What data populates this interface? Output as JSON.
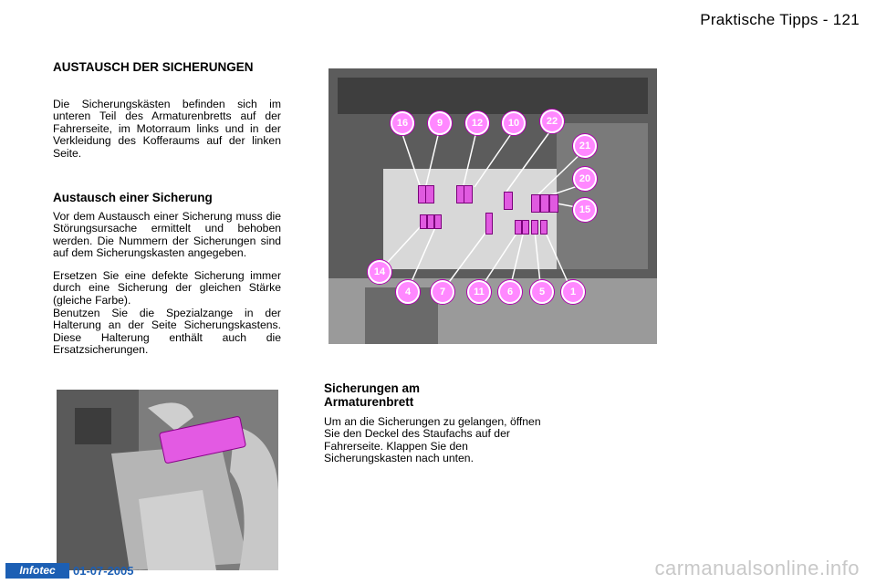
{
  "header": {
    "title": "Praktische Tipps - 121"
  },
  "section1": {
    "heading": "AUSTAUSCH DER SICHERUNGEN",
    "para": "Die Sicherungskästen befinden sich im unteren Teil des Armaturenbretts auf der Fahrerseite, im Motorraum links und in der Verkleidung des Kofferaums auf der linken Seite."
  },
  "section2": {
    "heading": "Austausch einer Sicherung",
    "paras": [
      "Vor dem Austausch einer Sicherung muss die Störungsursache ermittelt und behoben werden. Die Nummern der Sicherungen sind auf dem Sicherungskasten angegeben.",
      "Ersetzen Sie eine defekte Sicherung immer durch eine Sicherung der gleichen Stärke (gleiche Farbe).",
      "Benutzen Sie die Spezialzange in der Halterung an der Seite Sicherungskastens. Diese Halterung enthält auch die Ersatzsicherungen."
    ]
  },
  "section3": {
    "heading": "Sicherungen am Armaturenbrett",
    "para": "Um an die Sicherungen zu gelangen, öffnen Sie den Deckel des Staufachs auf der Fahrerseite. Klappen Sie den Sicherungskasten nach unten."
  },
  "fuse_labels": {
    "top": [
      "16",
      "9",
      "12",
      "10",
      "22"
    ],
    "right": [
      "21",
      "20",
      "15"
    ],
    "bottom": [
      "14",
      "4",
      "7",
      "11",
      "6",
      "5",
      "1"
    ]
  },
  "footer": {
    "logo": "Infotec",
    "date": "01-07-2005",
    "watermark": "carmanualsonline.info"
  }
}
